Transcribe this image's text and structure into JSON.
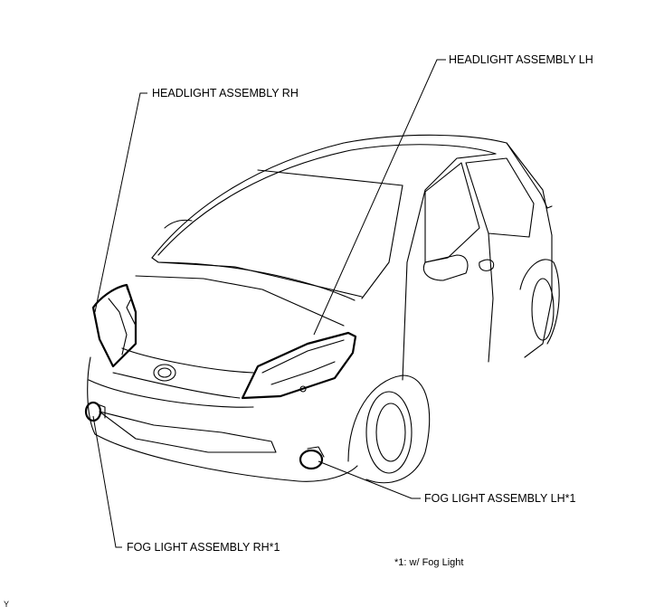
{
  "callouts": {
    "headlight_lh": "HEADLIGHT ASSEMBLY LH",
    "headlight_rh": "HEADLIGHT ASSEMBLY RH",
    "fog_lh": "FOG LIGHT ASSEMBLY LH*1",
    "fog_rh": "FOG LIGHT ASSEMBLY RH*1"
  },
  "footnote": "*1: w/ Fog Light",
  "figure_code": "Y"
}
